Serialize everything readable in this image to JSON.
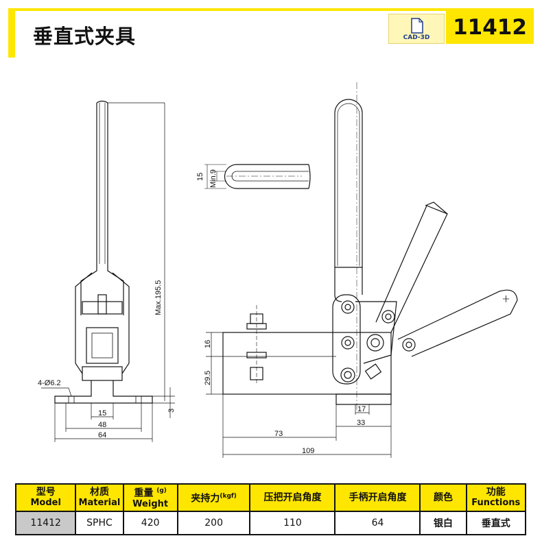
{
  "title": "垂直式夹具",
  "model_number": "11412",
  "cad_label": "CAD-3D",
  "drawing": {
    "dims": {
      "max_height": "Max.195.5",
      "hole": "4-Ø6.2",
      "d15": "15",
      "d48": "48",
      "d64": "64",
      "d3": "3",
      "handle_15": "15",
      "handle_min9": "Min.9",
      "d16": "16",
      "d29_5": "29.5",
      "d17": "17",
      "d33": "33",
      "d73": "73",
      "d109": "109"
    }
  },
  "table": {
    "headers": [
      {
        "zh": "型号",
        "en": "Model"
      },
      {
        "zh": "材质",
        "en": "Material"
      },
      {
        "zh": "重量",
        "unit": "(g)",
        "en": "Weight"
      },
      {
        "zh": "夹持力",
        "unit": "(kgf)"
      },
      {
        "zh": "压把开启角度"
      },
      {
        "zh": "手柄开启角度"
      },
      {
        "zh": "颜色"
      },
      {
        "zh": "功能",
        "en": "Functions"
      }
    ],
    "row": [
      "11412",
      "SPHC",
      "420",
      "200",
      "110",
      "64",
      "银白",
      "垂直式"
    ]
  }
}
